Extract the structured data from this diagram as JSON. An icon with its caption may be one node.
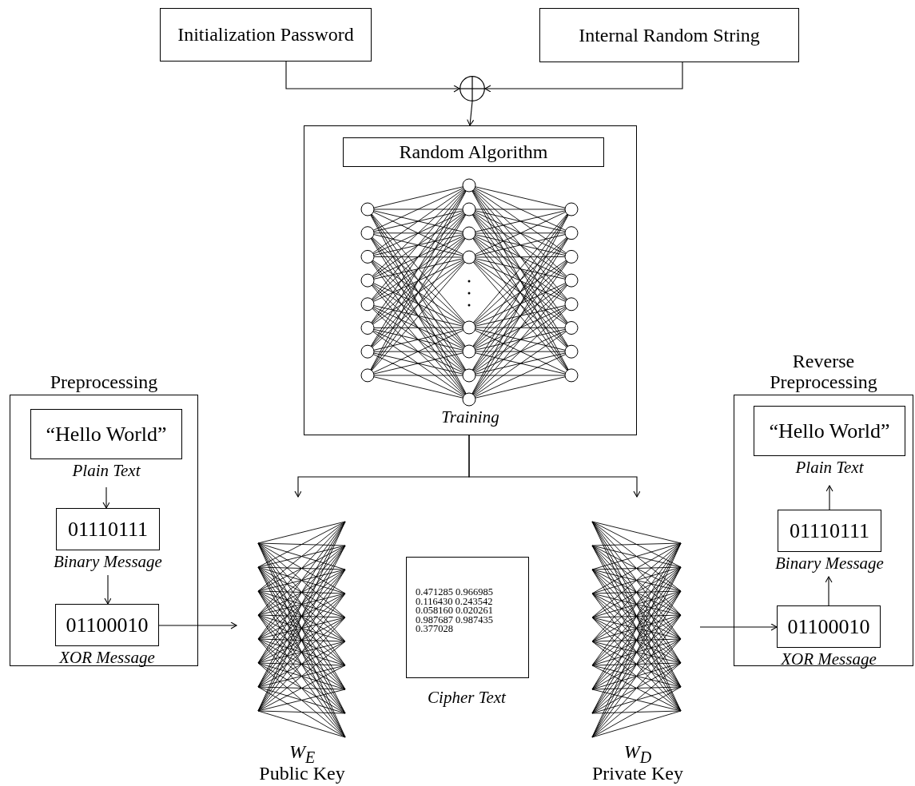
{
  "diagram": {
    "nodes": [
      {
        "text": [
          "Initialization Password"
        ]
      },
      {
        "text": [
          "Internal Random String"
        ]
      },
      {
        "text": [],
        "shape": "circle"
      },
      {
        "text": [
          "Training"
        ]
      },
      {
        "text": [
          "Random Algorithm"
        ],
        "in": 3
      },
      {
        "text": [
          "Preprocessing"
        ]
      },
      {
        "text": [
          "“Hello World”"
        ],
        "in": 5,
        "beside": [
          "Plain Text"
        ]
      },
      {
        "text": [
          "01110111"
        ],
        "in": 5,
        "beside": [
          "Binary Message"
        ]
      },
      {
        "text": [
          "01100010"
        ],
        "in": 5,
        "beside": [
          "XOR Message"
        ]
      },
      {
        "text": [
          "W$_{E}$",
          "Public Key"
        ]
      },
      {
        "text": [
          "0.471285 0.966985 0.116430 0.243542 0.058160 0.020261 0.987687 0.987435 0.377028"
        ],
        "beside": [
          "Cipher Text"
        ]
      },
      {
        "text": [
          "W$_{D}$",
          "Private Key"
        ]
      },
      {
        "text": [
          "Reverse Preprocessing"
        ]
      },
      {
        "text": [
          "“Hello World”"
        ],
        "in": 12,
        "beside": [
          "Plain Text"
        ]
      },
      {
        "text": [
          "01110111"
        ],
        "in": 12,
        "beside": [
          "Binary Message"
        ]
      },
      {
        "text": [
          "01100010"
        ],
        "in": 12,
        "beside": [
          "XOR Message"
        ]
      }
    ],
    "edges": [
      {
        "from": 0,
        "to": 2,
        "arrow": "to"
      },
      {
        "from": 1,
        "to": 2,
        "arrow": "to"
      },
      {
        "from": 2,
        "to": 3,
        "arrow": "to"
      },
      {
        "from": 3,
        "to": 9,
        "arrow": "to"
      },
      {
        "from": 3,
        "to": 11,
        "arrow": "to"
      },
      {
        "from": 6,
        "to": 7,
        "arrow": "to"
      },
      {
        "from": 7,
        "to": 8,
        "arrow": "to"
      },
      {
        "from": 8,
        "to": 9,
        "arrow": "to"
      },
      {
        "from": 11,
        "to": 15,
        "arrow": "to"
      },
      {
        "from": 15,
        "to": 14,
        "arrow": "to"
      },
      {
        "from": 14,
        "to": 13,
        "arrow": "to"
      }
    ]
  }
}
